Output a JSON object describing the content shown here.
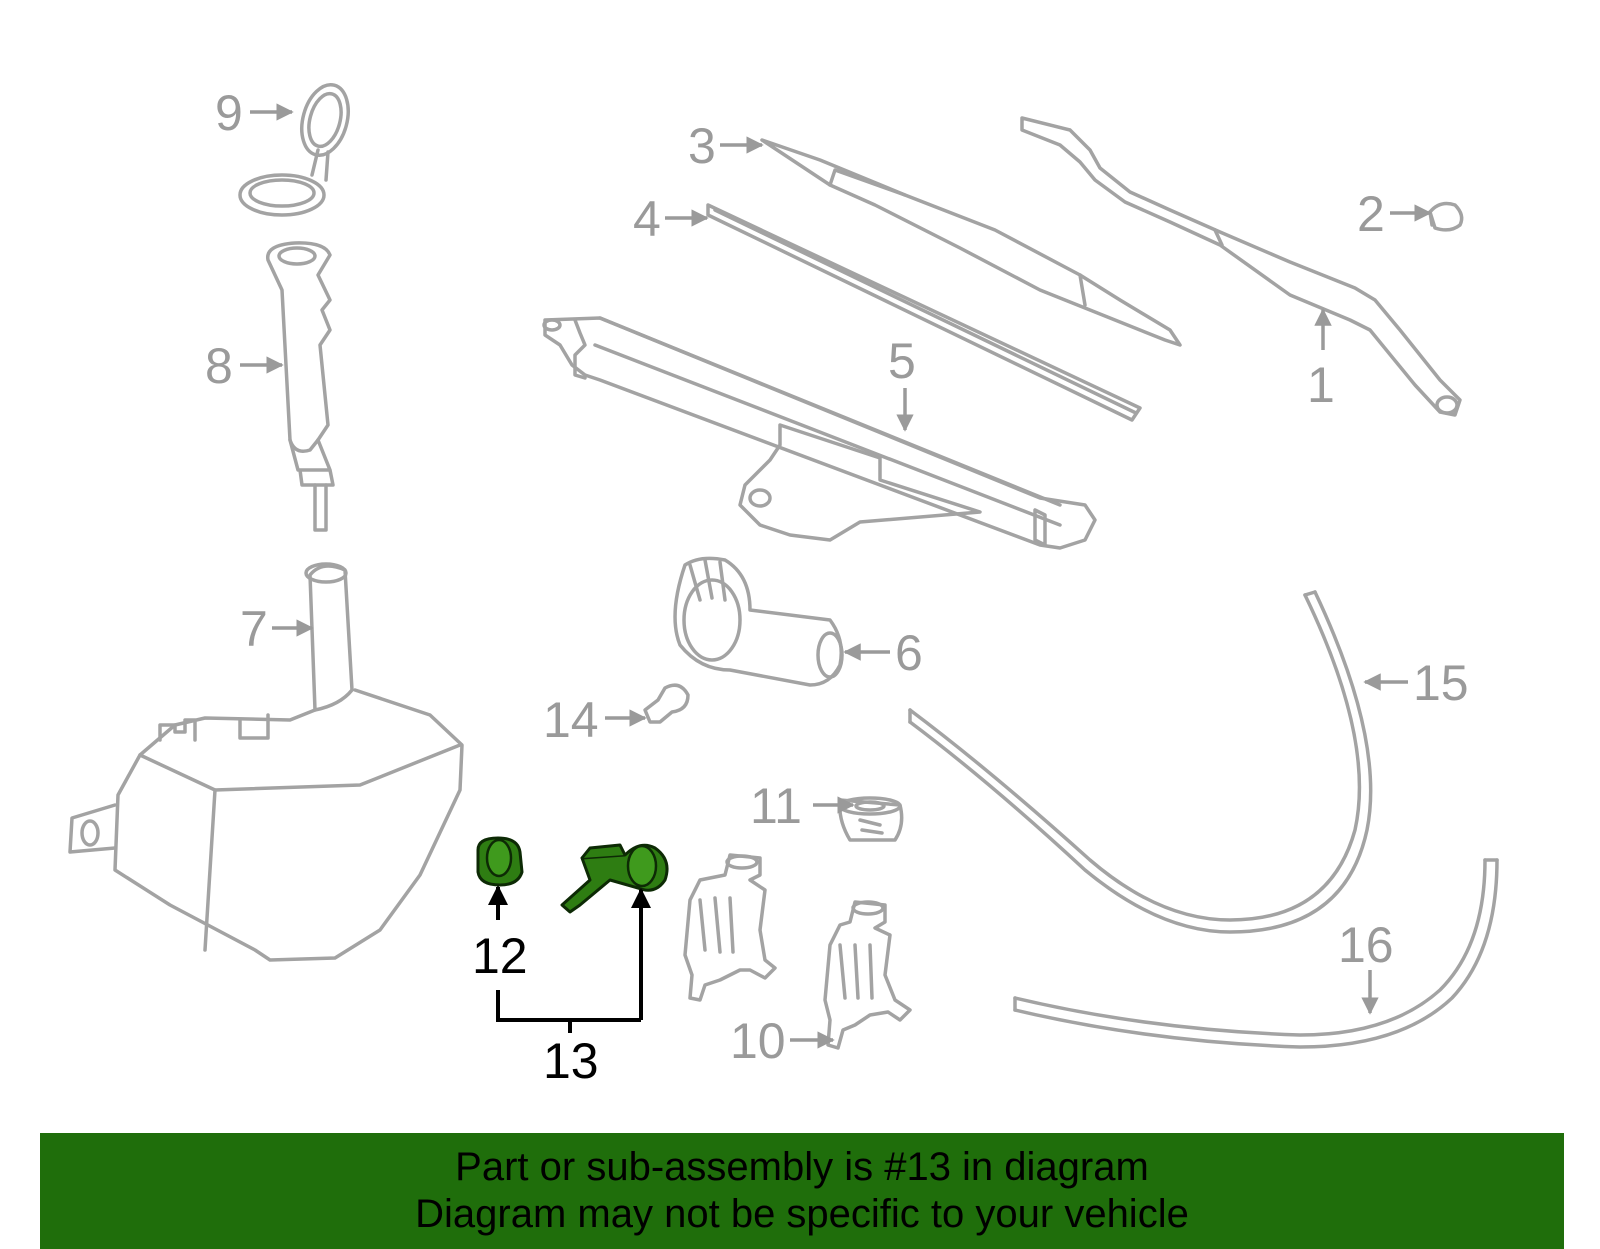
{
  "callouts": {
    "c1": "1",
    "c2": "2",
    "c3": "3",
    "c4": "4",
    "c5": "5",
    "c6": "6",
    "c7": "7",
    "c8": "8",
    "c9": "9",
    "c10": "10",
    "c11": "11",
    "c12": "12",
    "c13": "13",
    "c14": "14",
    "c15": "15",
    "c16": "16"
  },
  "highlight": {
    "part_number": "13",
    "color": "#2e7d12"
  },
  "banner": {
    "line1": "Part or sub-assembly is #13 in diagram",
    "line2": "Diagram may not be specific to your vehicle",
    "background": "#1f6e0b"
  }
}
